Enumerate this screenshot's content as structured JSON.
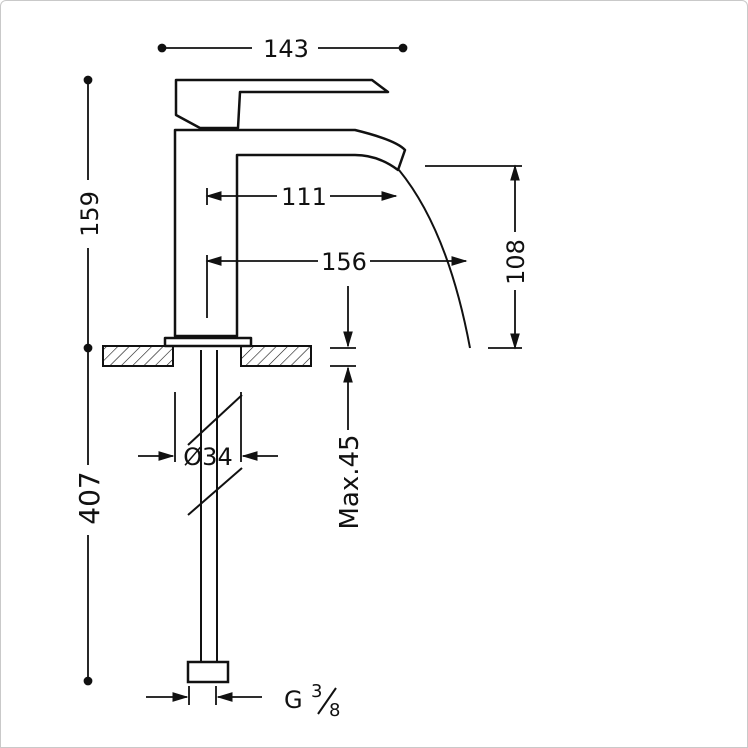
{
  "dimensions": {
    "top_width": "143",
    "total_height": "159",
    "spout_inner_reach": "111",
    "spout_reach": "156",
    "outlet_height": "108",
    "pipe_diameter": "Ø34",
    "max_deck_thickness": "Max.45",
    "hose_length": "407",
    "connection_thread_prefix": "G",
    "connection_thread_num": "3",
    "connection_thread_den": "8"
  },
  "colors": {
    "line": "#111111",
    "hatch": "#111111",
    "background": "#ffffff"
  }
}
